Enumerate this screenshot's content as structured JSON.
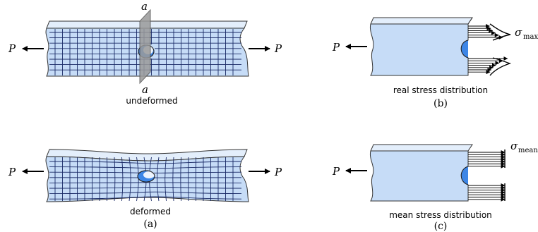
{
  "panels": {
    "a": {
      "top_caption": "undeformed",
      "bottom_caption": "deformed",
      "letter": "(a)",
      "load_label": "P",
      "section_label": "a"
    },
    "b": {
      "caption": "real stress distribution",
      "letter": "(b)",
      "load_label": "P",
      "stress_symbol": "σ",
      "stress_subscript": "max"
    },
    "c": {
      "caption": "mean stress distribution",
      "letter": "(c)",
      "load_label": "P",
      "stress_symbol": "σ",
      "stress_subscript": "mean"
    }
  },
  "colors": {
    "plate_fill": "#c6dcf7",
    "plate_top": "#e3eefb",
    "plate_side": "#dde6f2",
    "hole_fill": "#3d86e6",
    "section_plane": "#9a9a9a",
    "grid_line": "#1a2a66"
  }
}
